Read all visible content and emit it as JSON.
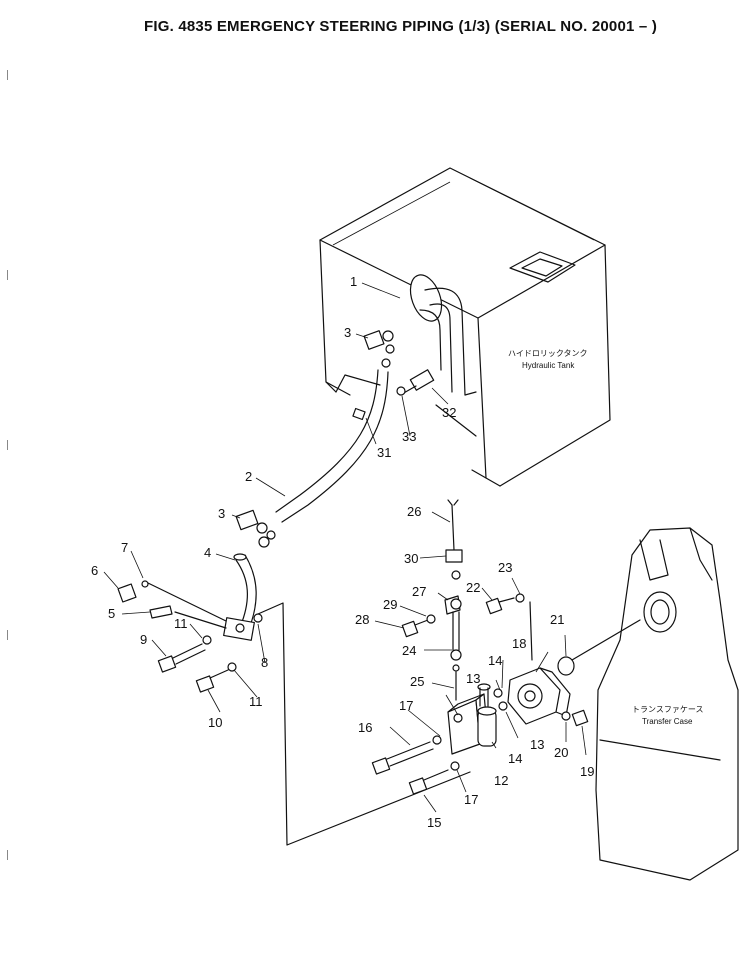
{
  "figure": {
    "title": "FIG. 4835  EMERGENCY STEERING PIPING (1/3) (SERIAL NO. 20001 – )"
  },
  "components": {
    "hydraulic_tank": {
      "label_jp": "ハイドロリックタンク",
      "label_en": "Hydraulic Tank"
    },
    "transfer_case": {
      "label_jp": "トランスファケース",
      "label_en": "Transfer Case"
    }
  },
  "callouts": [
    "1",
    "2",
    "3",
    "3",
    "4",
    "5",
    "6",
    "7",
    "8",
    "9",
    "10",
    "11",
    "11",
    "12",
    "13",
    "13",
    "14",
    "14",
    "15",
    "16",
    "17",
    "17",
    "18",
    "19",
    "20",
    "21",
    "22",
    "23",
    "24",
    "25",
    "26",
    "27",
    "28",
    "29",
    "30",
    "31",
    "32",
    "33"
  ]
}
